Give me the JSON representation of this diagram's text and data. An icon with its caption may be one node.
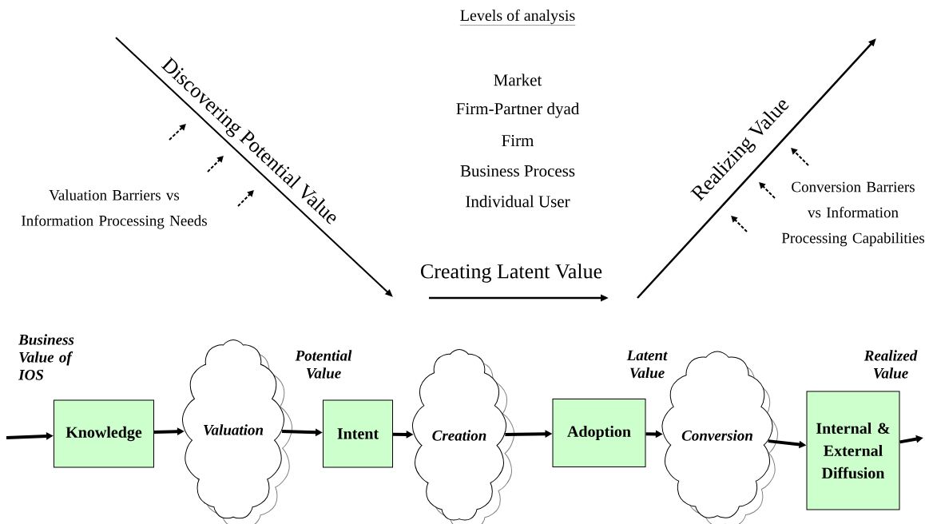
{
  "diagram": {
    "nodes": [
      {
        "text": [
          "Knowledge"
        ]
      },
      {
        "text": [
          "Valuation"
        ]
      },
      {
        "text": [
          "Intent"
        ]
      },
      {
        "text": [
          "Creation"
        ]
      },
      {
        "text": [
          "Adoption"
        ]
      },
      {
        "text": [
          "Conversion"
        ]
      },
      {
        "text": [
          "Internal & External Diffusion"
        ]
      }
    ],
    "edges": [
      {
        "from": null,
        "to": 0,
        "arrow": "to"
      },
      {
        "from": 0,
        "to": 1,
        "arrow": "to"
      },
      {
        "from": 1,
        "to": 2,
        "arrow": "to"
      },
      {
        "from": 2,
        "to": 3,
        "arrow": "to"
      },
      {
        "from": 3,
        "to": 4,
        "arrow": "to"
      },
      {
        "from": 4,
        "to": 5,
        "arrow": "to"
      },
      {
        "from": 5,
        "to": 6,
        "arrow": "to"
      },
      {
        "from": 6,
        "to": null,
        "arrow": "to"
      }
    ],
    "labels": [
      "Levels of analysis",
      "Discovering Potential Value",
      "Market",
      "Firm-Partner dyad",
      "Firm",
      "Business Process",
      "Individual User",
      "Realizing Value",
      "Valuation Barriers vs Information Processing Needs",
      "Conversion Barriers vs Information Processing Capabilities",
      "Creating Latent Value",
      "Business Value of IOS",
      "Potential Value",
      "Latent Value",
      "Realized Value"
    ]
  }
}
